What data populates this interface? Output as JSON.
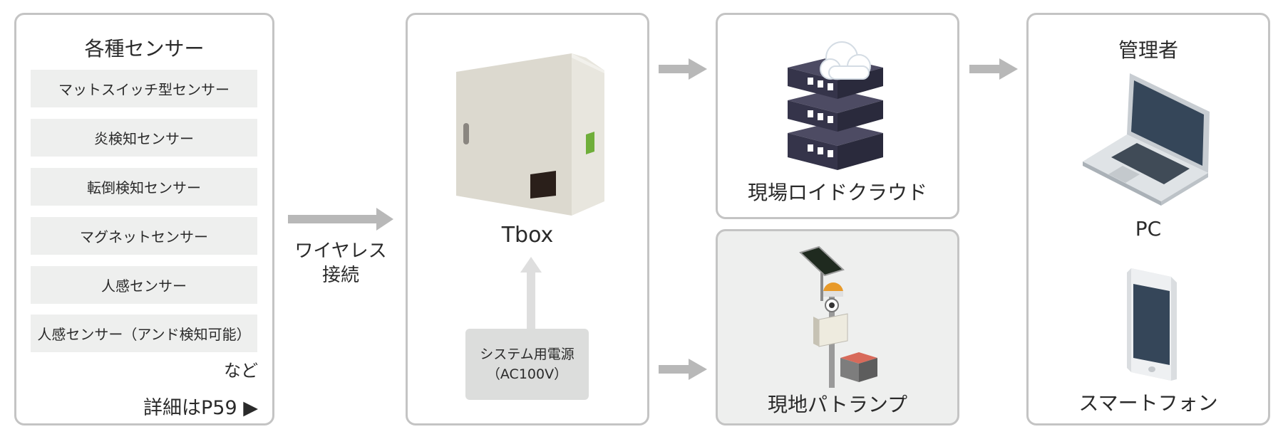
{
  "sensors": {
    "title": "各種センサー",
    "items": [
      "マットスイッチ型センサー",
      "炎検知センサー",
      "転倒検知センサー",
      "マグネットセンサー",
      "人感センサー",
      "人感センサー（アンド検知可能）"
    ],
    "etc": "など",
    "detail": "詳細はP59 ▶"
  },
  "connection": {
    "line1": "ワイヤレス",
    "line2": "接続"
  },
  "tbox": {
    "label": "Tbox",
    "power_line1": "システム用電源",
    "power_line2": "（AC100V）"
  },
  "cloud": {
    "label": "現場ロイドクラウド"
  },
  "patlamp": {
    "label": "現地パトランプ"
  },
  "admin": {
    "title": "管理者",
    "pc": "PC",
    "phone": "スマートフォン"
  },
  "icons": {
    "tbox": "control-box-icon",
    "cloud": "cloud-server-icon",
    "patlamp": "solar-patlamp-icon",
    "pc": "laptop-icon",
    "phone": "smartphone-icon"
  }
}
